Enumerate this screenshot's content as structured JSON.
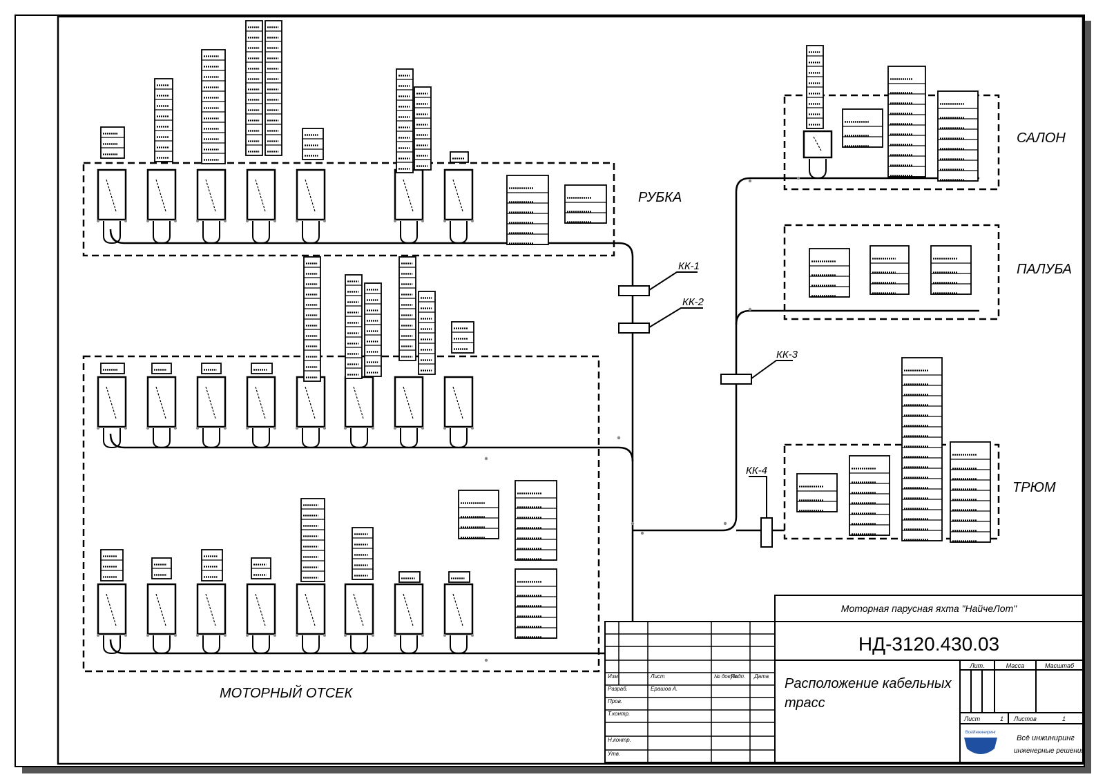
{
  "zones": {
    "rubka": "РУБКА",
    "motor": "МОТОРНЫЙ ОТСЕК",
    "salon": "САЛОН",
    "paluba": "ПАЛУБА",
    "trum": "ТРЮМ"
  },
  "junctions": [
    "КК-1",
    "КК-2",
    "КК-3",
    "КК-4"
  ],
  "title_block": {
    "organization": "Моторная парусная яхта \"НайчеЛот\"",
    "document_number": "НД-3120.430.03",
    "title_line1": "Расположение кабельных",
    "title_line2": "трасс",
    "col_stage": "Лит.",
    "col_mass": "Масса",
    "col_scale": "Масштаб",
    "sheet_label": "Лист",
    "sheet_value": "1",
    "sheets_label": "Листов",
    "sheets_value": "1",
    "rows": [
      [
        "Изм.",
        "Лист",
        "№ докум.",
        "Подп.",
        "Дата"
      ],
      [
        "Разраб.",
        "Ерашов А.",
        "",
        "",
        ""
      ],
      [
        "Пров.",
        "",
        "",
        "",
        ""
      ],
      [
        "Т.контр.",
        "",
        "",
        "",
        ""
      ],
      [
        "",
        "",
        "",
        "",
        ""
      ],
      [
        "Н.контр.",
        "",
        "",
        "",
        ""
      ],
      [
        "Утв.",
        "",
        "",
        "",
        ""
      ]
    ],
    "company_line1": "Всё инжиниринг",
    "company_line2": "инженерные решения",
    "logo_text": "ВсеИнжиниринг"
  },
  "colors": {
    "ink": "#000000",
    "paper": "#ffffff"
  }
}
